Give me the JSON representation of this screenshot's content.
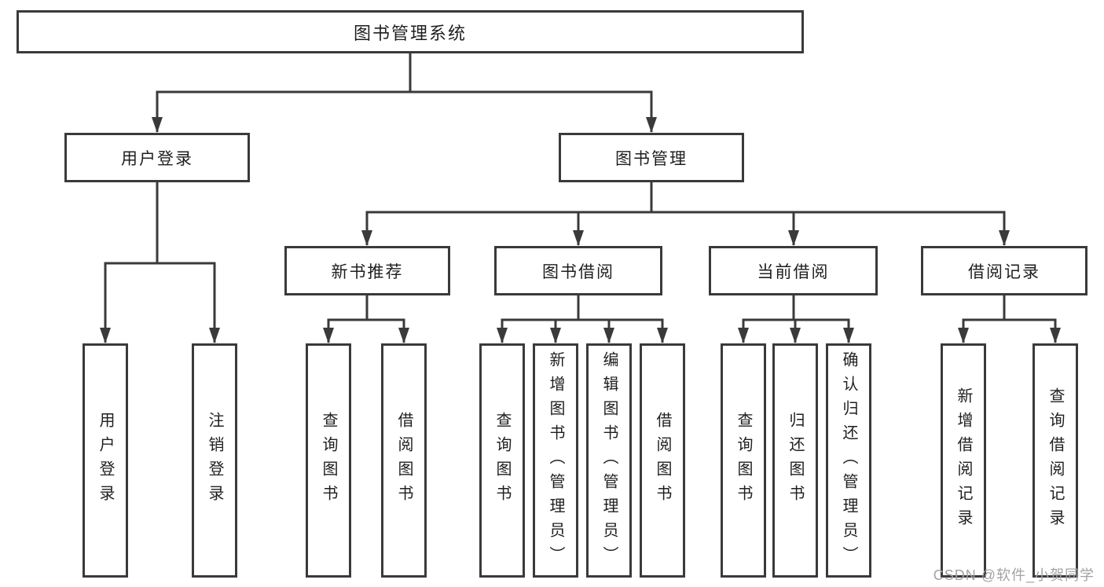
{
  "tree": {
    "label": "图书管理系统",
    "children": [
      {
        "label": "用户登录",
        "children": [
          {
            "label": "用户登录"
          },
          {
            "label": "注销登录"
          }
        ]
      },
      {
        "label": "图书管理",
        "children": [
          {
            "label": "新书推荐",
            "children": [
              {
                "label": "查询图书"
              },
              {
                "label": "借阅图书"
              }
            ]
          },
          {
            "label": "图书借阅",
            "children": [
              {
                "label": "查询图书"
              },
              {
                "label": "新增图书（管理员）"
              },
              {
                "label": "编辑图书（管理员）"
              },
              {
                "label": "借阅图书"
              }
            ]
          },
          {
            "label": "当前借阅",
            "children": [
              {
                "label": "查询图书"
              },
              {
                "label": "归还图书"
              },
              {
                "label": "确认归还（管理员）"
              }
            ]
          },
          {
            "label": "借阅记录",
            "children": [
              {
                "label": "新增借阅记录"
              },
              {
                "label": "查询借阅记录"
              }
            ]
          }
        ]
      }
    ]
  },
  "watermark": "CSDN @软件_小贺同学",
  "colors": {
    "line": "#3a3a3a",
    "text": "#1f1f1f",
    "background": "#ffffff",
    "watermark": "#a3a3a3"
  }
}
